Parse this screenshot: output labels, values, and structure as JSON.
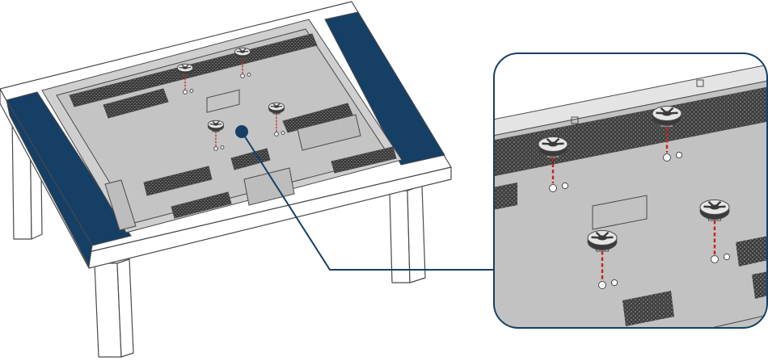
{
  "diagram": {
    "subject": "tv-back-panel-on-table",
    "colors": {
      "outline": "#4a4a4a",
      "table": "#ffffff",
      "cloth": "#163f66",
      "panel": "#c9c9c9",
      "panel_dark": "#3a3a3a",
      "guide": "#cc1f1f",
      "callout": "#163f66",
      "inset_bg": "#c4c4c4"
    },
    "parts": {
      "standoffs_main": 4,
      "standoffs_inset": 4
    }
  }
}
